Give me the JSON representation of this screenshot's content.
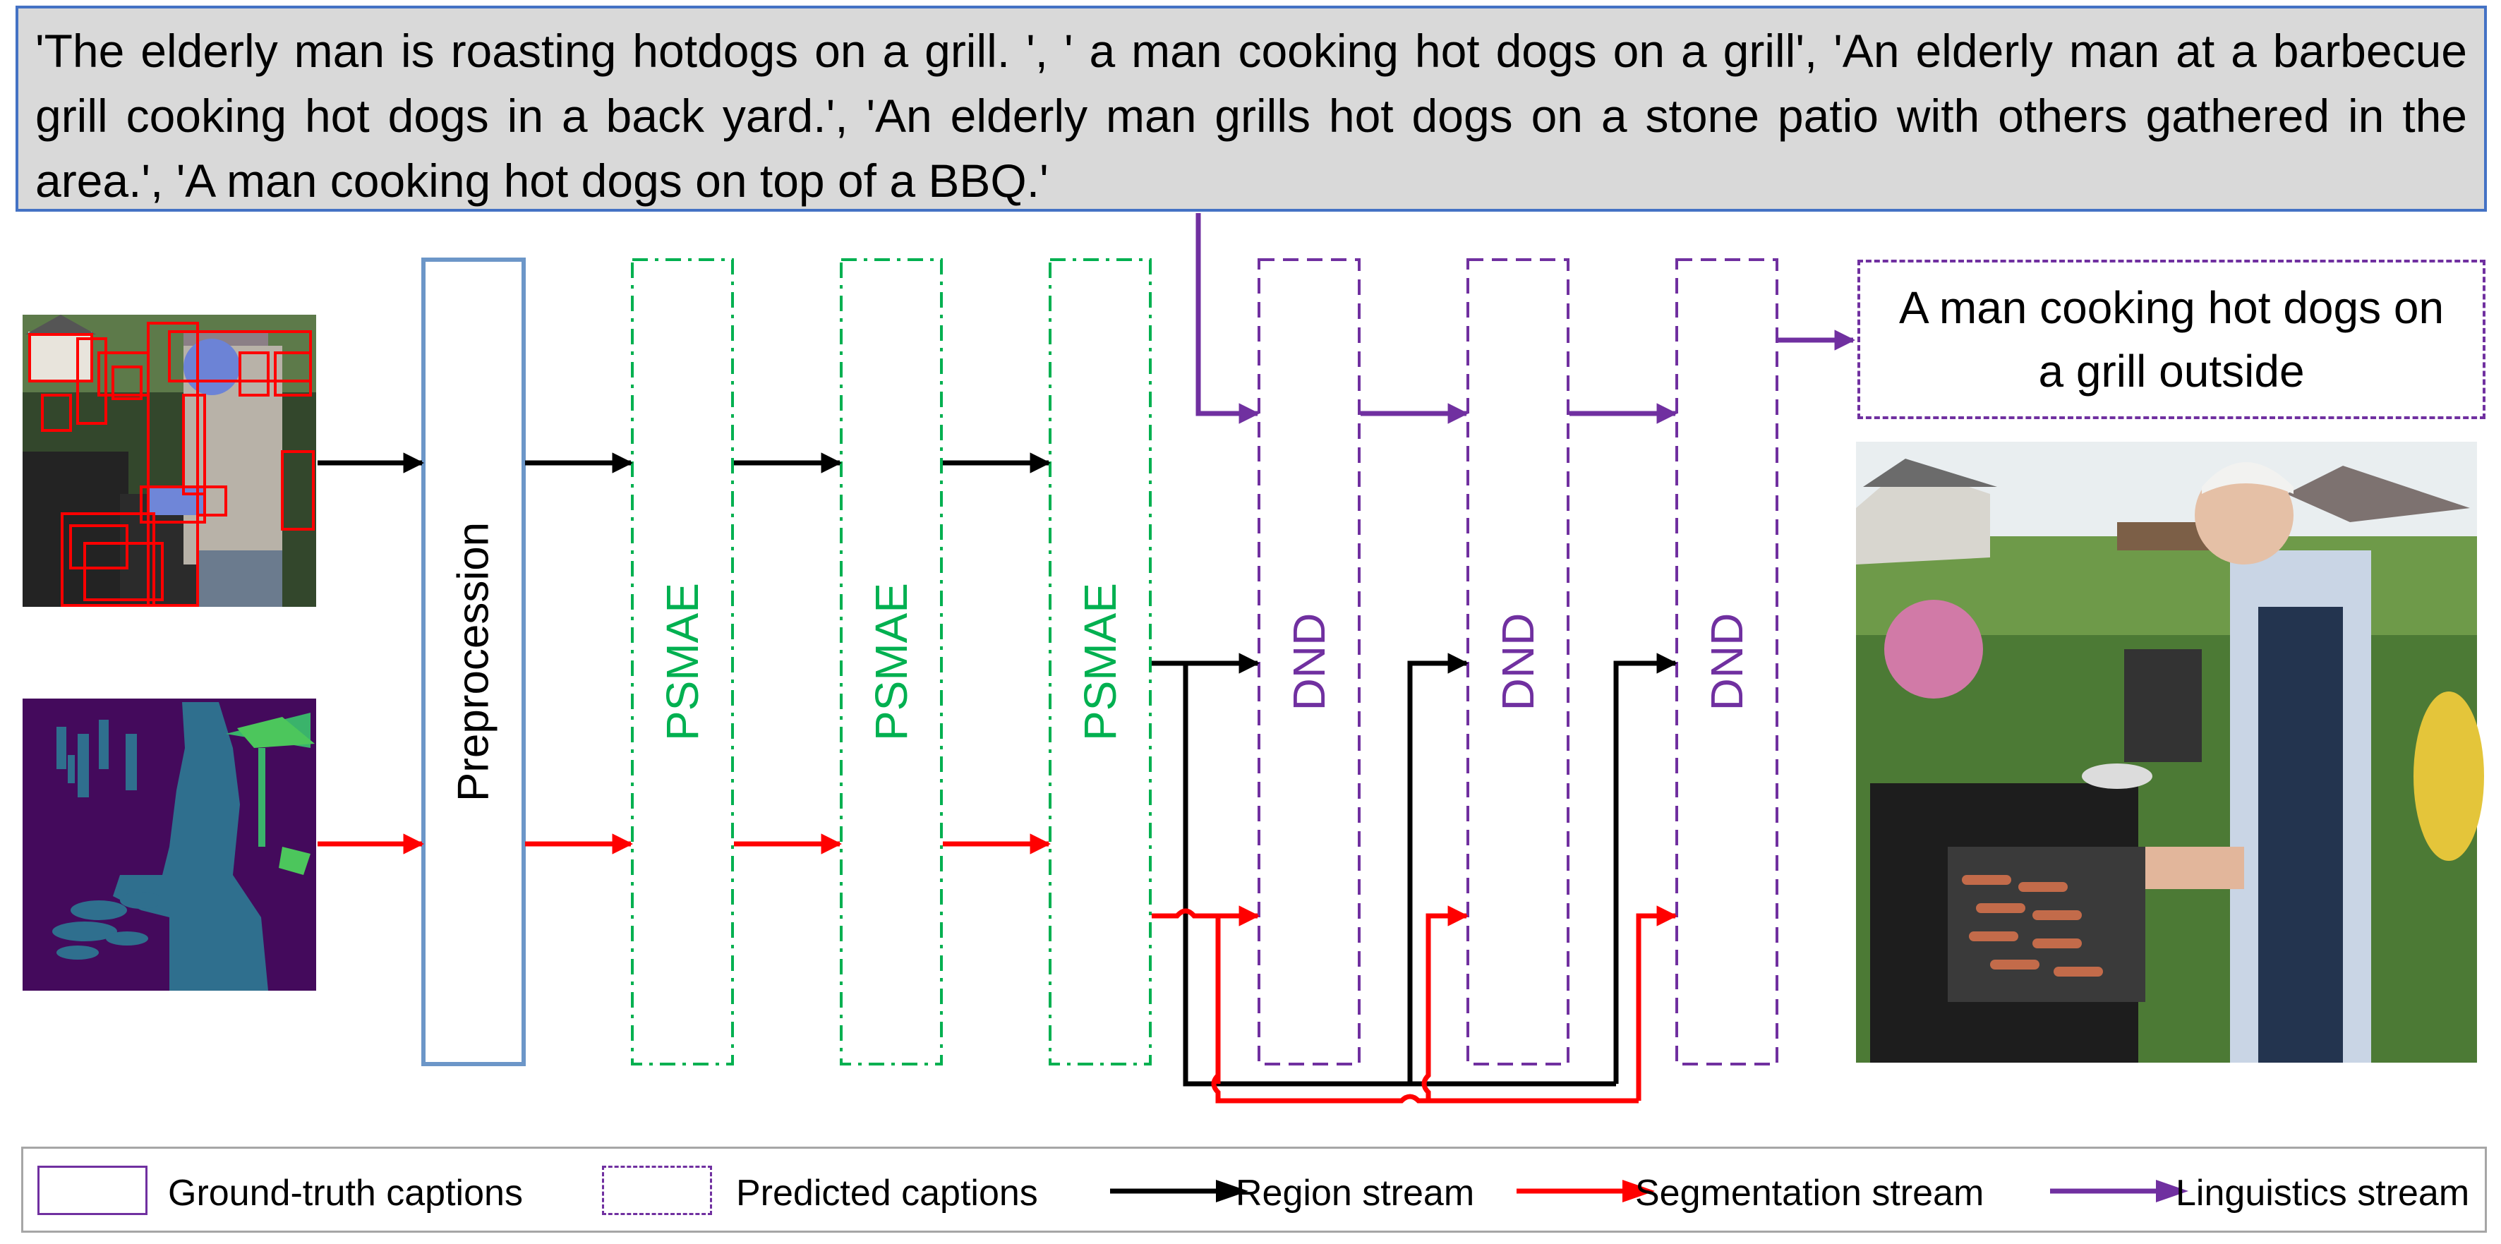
{
  "ground_truth": {
    "text": "'The elderly man is roasting hotdogs on a grill. ', ' a man cooking hot dogs on a grill', 'An elderly man at a barbecue grill cooking hot dogs in a back yard.', 'An elderly man grills hot dogs on a stone patio with others gathered in the area.', 'A man cooking hot dogs on top of a BBQ.'"
  },
  "blocks": {
    "preprocess_label": "Preprocession",
    "psmae_label": "PSMAE",
    "dnd_label": "DND"
  },
  "prediction": {
    "line1": "A man cooking hot dogs on",
    "line2": "a grill outside"
  },
  "inputs": {
    "region_icon": "region-detection-image",
    "segmentation_icon": "segmentation-map-image",
    "photo_icon": "grill-photo-image"
  },
  "legend": {
    "ground_truth": "Ground-truth captions",
    "predicted": "Predicted captions",
    "region": "Region stream",
    "segmentation": "Segmentation stream",
    "linguistics": "Linguistics stream"
  },
  "colors": {
    "region": "#000000",
    "segmentation": "#ff0000",
    "linguistics": "#7030a0",
    "psmae": "#00b050",
    "preprocess": "#6c96c8",
    "gt_border": "#4472c4",
    "gt_fill": "#d9d9d9"
  }
}
